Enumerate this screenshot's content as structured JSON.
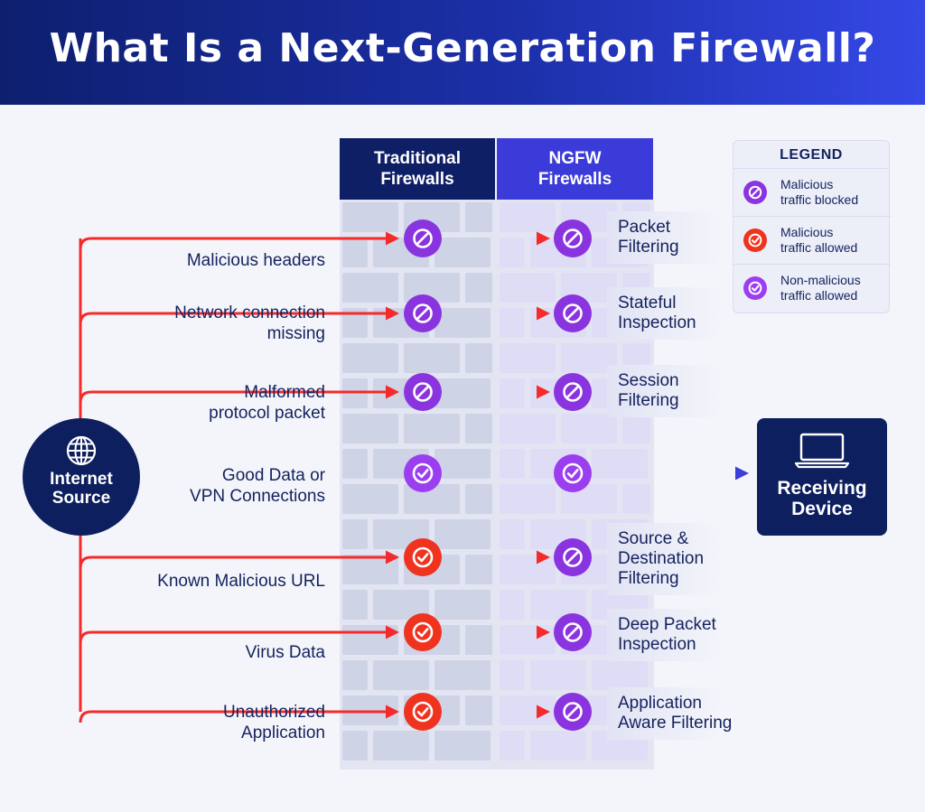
{
  "title": "What Is a Next-Generation Firewall?",
  "columns": {
    "traditional": [
      "Traditional",
      "Firewalls"
    ],
    "ngfw": [
      "NGFW",
      "Firewalls"
    ]
  },
  "source": {
    "label": [
      "Internet",
      "Source"
    ],
    "icon": "globe-icon"
  },
  "device": {
    "label": [
      "Receiving",
      "Device"
    ],
    "icon": "laptop-icon"
  },
  "legend": {
    "title": "LEGEND",
    "items": [
      {
        "status": "blocked",
        "text": [
          "Malicious",
          "traffic blocked"
        ]
      },
      {
        "status": "malicious-allowed",
        "text": [
          "Malicious",
          "traffic allowed"
        ]
      },
      {
        "status": "allowed",
        "text": [
          "Non-malicious",
          "traffic allowed"
        ]
      }
    ]
  },
  "threats": [
    {
      "label": [
        "Malicious headers"
      ],
      "traditional": "blocked",
      "ngfw": "blocked",
      "technique": [
        "Packet",
        "Filtering"
      ]
    },
    {
      "label": [
        "Network connection",
        "missing"
      ],
      "traditional": "blocked",
      "ngfw": "blocked",
      "technique": [
        "Stateful",
        "Inspection"
      ]
    },
    {
      "label": [
        "Malformed",
        "protocol packet"
      ],
      "traditional": "blocked",
      "ngfw": "blocked",
      "technique": [
        "Session",
        "Filtering"
      ]
    },
    {
      "label": [
        "Good Data or",
        "VPN Connections"
      ],
      "traditional": "allowed",
      "ngfw": "allowed",
      "technique": []
    },
    {
      "label": [
        "Known Malicious URL"
      ],
      "traditional": "malicious-allowed",
      "ngfw": "blocked",
      "technique": [
        "Source &",
        "Destination",
        "Filtering"
      ]
    },
    {
      "label": [
        "Virus Data"
      ],
      "traditional": "malicious-allowed",
      "ngfw": "blocked",
      "technique": [
        "Deep Packet",
        "Inspection"
      ]
    },
    {
      "label": [
        "Unauthorized",
        "Application"
      ],
      "traditional": "malicious-allowed",
      "ngfw": "blocked",
      "technique": [
        "Application",
        "Aware Filtering"
      ]
    }
  ],
  "colors": {
    "navy": "#0d1f5e",
    "blocked": "#8a34e0",
    "malicious_allowed": "#f0331f",
    "allowed": "#9b3ef0",
    "red_arrow": "#f52a2a",
    "purple_arrow": "#a53cf0",
    "blue_arrow": "#3b3fd8"
  }
}
